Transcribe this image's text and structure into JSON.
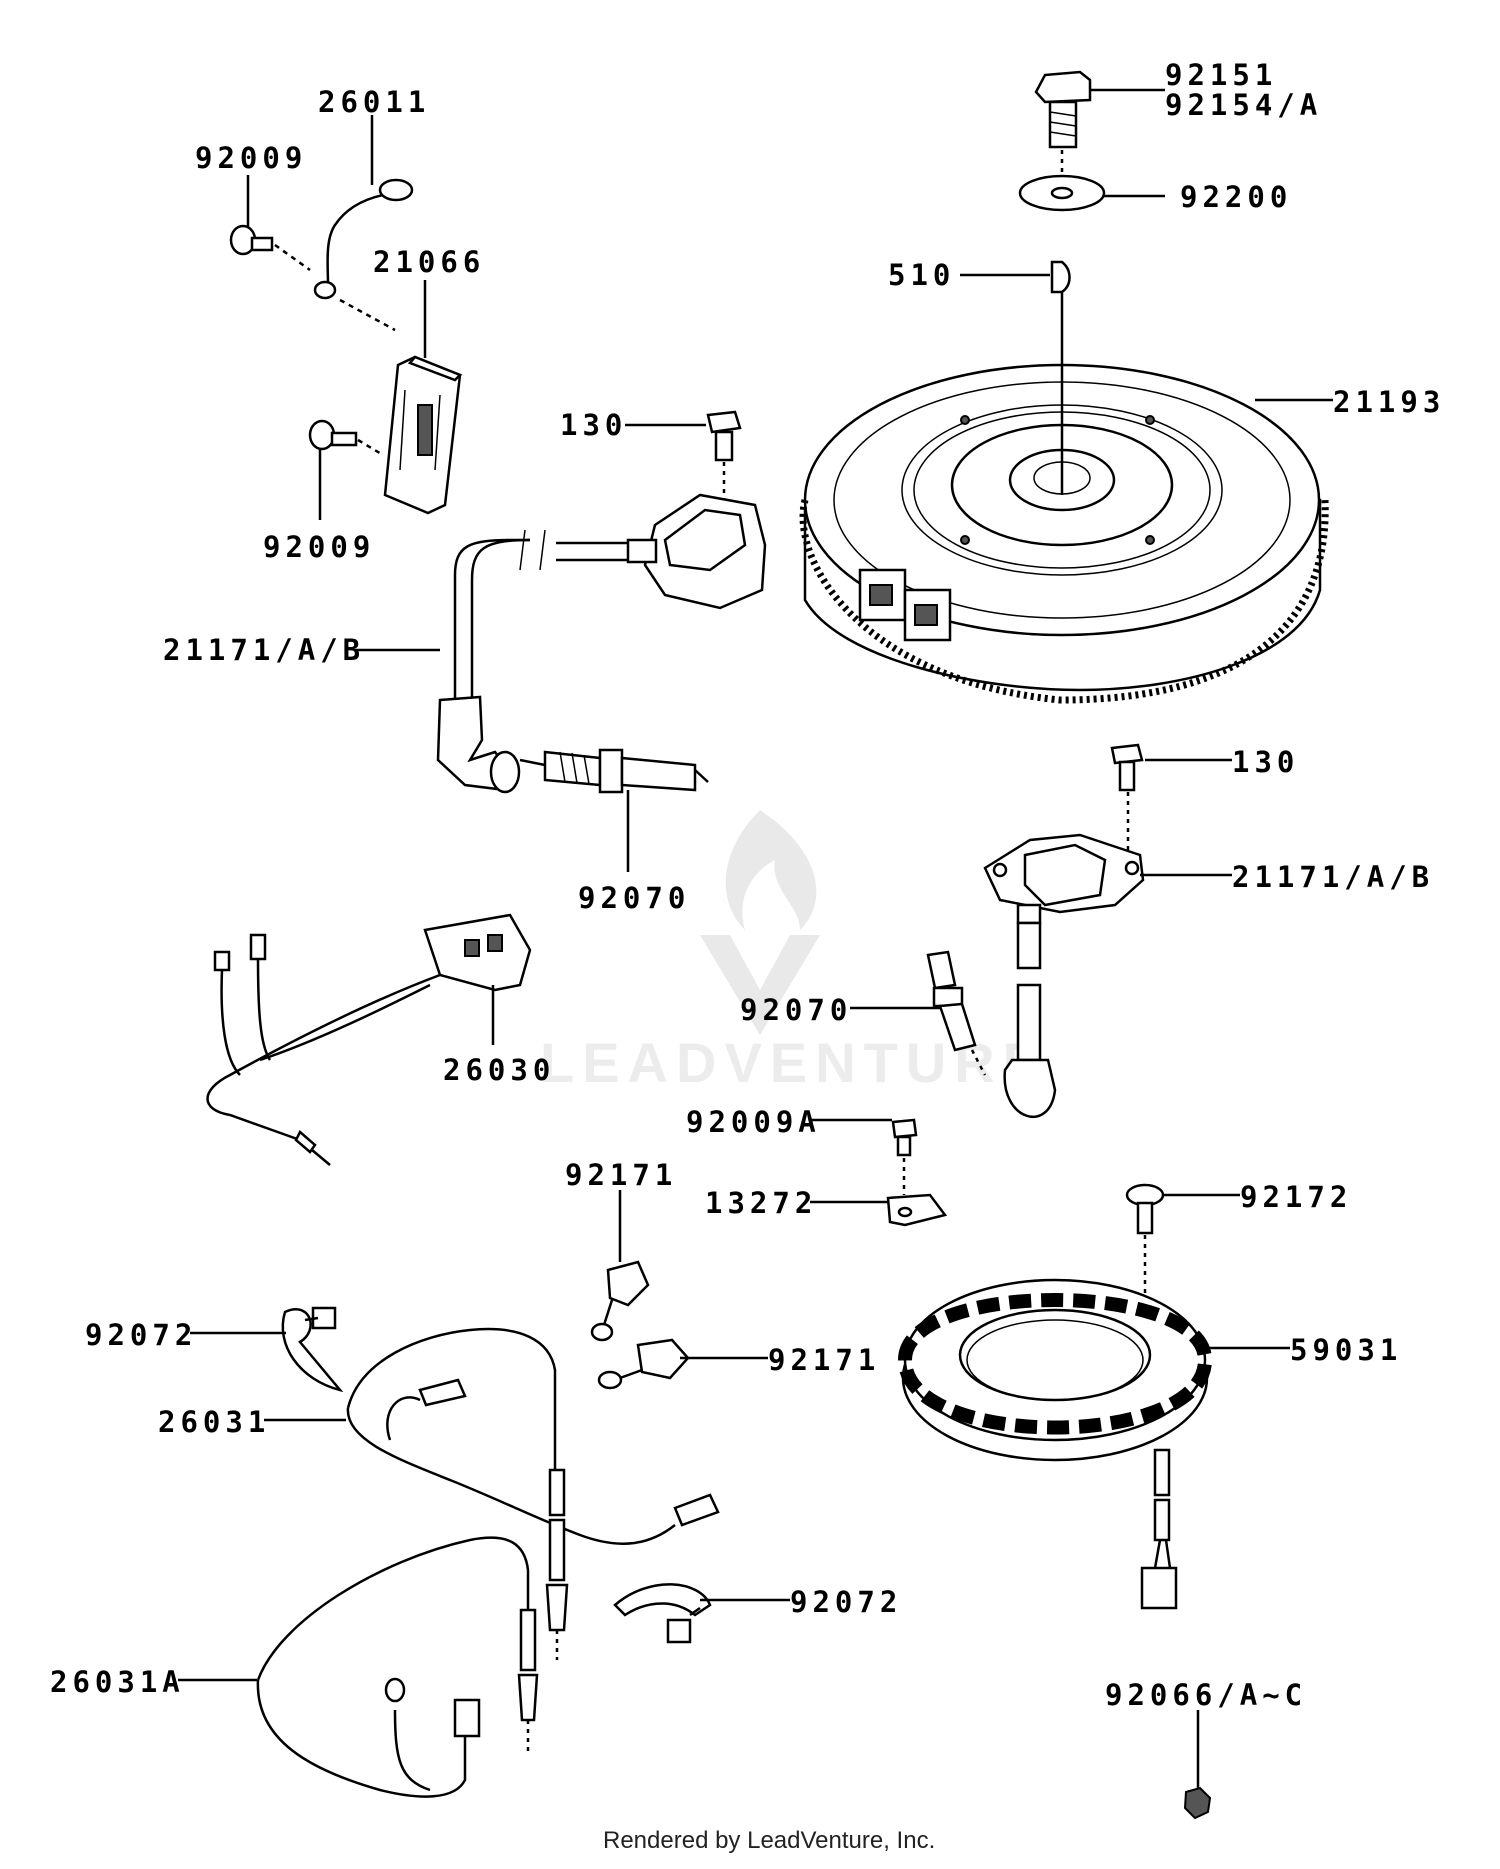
{
  "labels": {
    "p92151": "92151",
    "p92154": "92154/A",
    "p92200": "92200",
    "p510": "510",
    "p21193": "21193",
    "p26011": "26011",
    "p92009_top": "92009",
    "p21066": "21066",
    "p92009_bot": "92009",
    "p130_top": "130",
    "p21171_left": "21171/A/B",
    "p92070_left": "92070",
    "p130_right": "130",
    "p21171_right": "21171/A/B",
    "p92070_right": "92070",
    "p26030": "26030",
    "p92009A": "92009A",
    "p13272": "13272",
    "p92171_top": "92171",
    "p92172": "92172",
    "p92072_top": "92072",
    "p92171_right": "92171",
    "p59031": "59031",
    "p26031": "26031",
    "p92072_bot": "92072",
    "p26031A": "26031A",
    "p92066": "92066/A~C"
  },
  "watermark": "LEADVENTURE",
  "footer": "Rendered by LeadVenture, Inc."
}
